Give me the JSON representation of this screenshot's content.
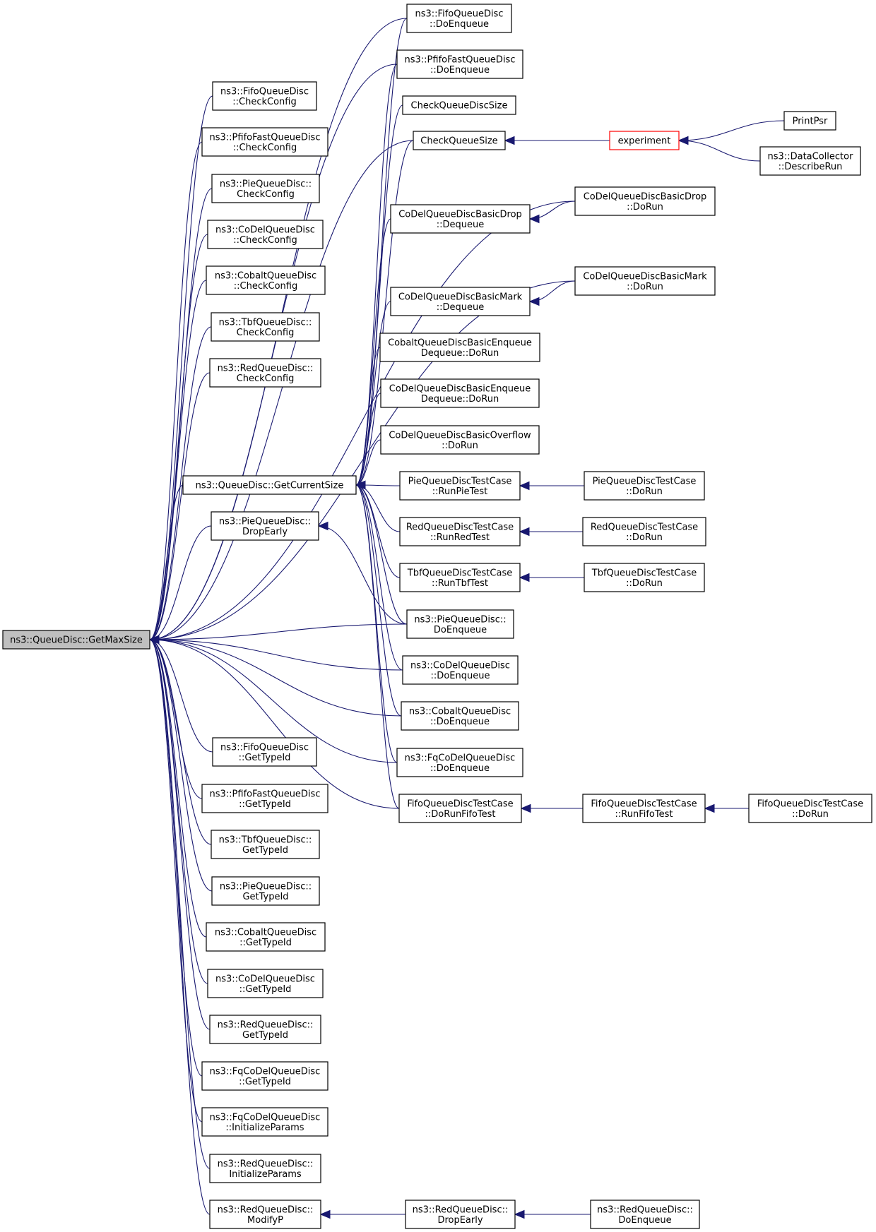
{
  "title": "",
  "colors": {
    "edge": "#191970",
    "root_fill": "#bfbfbf",
    "highlight_border": "#ff0000"
  },
  "nodes": [
    {
      "id": "getmaxsize",
      "lines": [
        "ns3::QueueDisc::GetMaxSize"
      ],
      "style": "root"
    },
    {
      "id": "getcurrentsize",
      "lines": [
        "ns3::QueueDisc::GetCurrentSize"
      ]
    },
    {
      "id": "fifo_cc",
      "lines": [
        "ns3::FifoQueueDisc",
        "::CheckConfig"
      ]
    },
    {
      "id": "pfifo_cc",
      "lines": [
        "ns3::PfifoFastQueueDisc",
        "::CheckConfig"
      ]
    },
    {
      "id": "pie_cc",
      "lines": [
        "ns3::PieQueueDisc::",
        "CheckConfig"
      ]
    },
    {
      "id": "codel_cc",
      "lines": [
        "ns3::CoDelQueueDisc",
        "::CheckConfig"
      ]
    },
    {
      "id": "cobalt_cc",
      "lines": [
        "ns3::CobaltQueueDisc",
        "::CheckConfig"
      ]
    },
    {
      "id": "tbf_cc",
      "lines": [
        "ns3::TbfQueueDisc::",
        "CheckConfig"
      ]
    },
    {
      "id": "red_cc",
      "lines": [
        "ns3::RedQueueDisc::",
        "CheckConfig"
      ]
    },
    {
      "id": "pie_dropearly",
      "lines": [
        "ns3::PieQueueDisc::",
        "DropEarly"
      ]
    },
    {
      "id": "fifo_gt",
      "lines": [
        "ns3::FifoQueueDisc",
        "::GetTypeId"
      ]
    },
    {
      "id": "pfifo_gt",
      "lines": [
        "ns3::PfifoFastQueueDisc",
        "::GetTypeId"
      ]
    },
    {
      "id": "tbf_gt",
      "lines": [
        "ns3::TbfQueueDisc::",
        "GetTypeId"
      ]
    },
    {
      "id": "pie_gt",
      "lines": [
        "ns3::PieQueueDisc::",
        "GetTypeId"
      ]
    },
    {
      "id": "cobalt_gt",
      "lines": [
        "ns3::CobaltQueueDisc",
        "::GetTypeId"
      ]
    },
    {
      "id": "codel_gt",
      "lines": [
        "ns3::CoDelQueueDisc",
        "::GetTypeId"
      ]
    },
    {
      "id": "red_gt",
      "lines": [
        "ns3::RedQueueDisc::",
        "GetTypeId"
      ]
    },
    {
      "id": "fqcodel_gt",
      "lines": [
        "ns3::FqCoDelQueueDisc",
        "::GetTypeId"
      ]
    },
    {
      "id": "fqcodel_ip",
      "lines": [
        "ns3::FqCoDelQueueDisc",
        "::InitializeParams"
      ]
    },
    {
      "id": "red_ip",
      "lines": [
        "ns3::RedQueueDisc::",
        "InitializeParams"
      ]
    },
    {
      "id": "red_modifyp",
      "lines": [
        "ns3::RedQueueDisc::",
        "ModifyP"
      ]
    },
    {
      "id": "fifo_de",
      "lines": [
        "ns3::FifoQueueDisc",
        "::DoEnqueue"
      ]
    },
    {
      "id": "pfifo_de",
      "lines": [
        "ns3::PfifoFastQueueDisc",
        "::DoEnqueue"
      ]
    },
    {
      "id": "checkqdsize",
      "lines": [
        "CheckQueueDiscSize"
      ]
    },
    {
      "id": "checkqsize",
      "lines": [
        "CheckQueueSize"
      ]
    },
    {
      "id": "codeldrop_deq",
      "lines": [
        "CoDelQueueDiscBasicDrop",
        "::Dequeue"
      ]
    },
    {
      "id": "codelmark_deq",
      "lines": [
        "CoDelQueueDiscBasicMark",
        "::Dequeue"
      ]
    },
    {
      "id": "cobalt_enqdeq",
      "lines": [
        "CobaltQueueDiscBasicEnqueue",
        "Dequeue::DoRun"
      ]
    },
    {
      "id": "codel_enqdeq",
      "lines": [
        "CoDelQueueDiscBasicEnqueue",
        "Dequeue::DoRun"
      ]
    },
    {
      "id": "codel_overflow",
      "lines": [
        "CoDelQueueDiscBasicOverflow",
        "::DoRun"
      ]
    },
    {
      "id": "pie_runtest",
      "lines": [
        "PieQueueDiscTestCase",
        "::RunPieTest"
      ]
    },
    {
      "id": "red_runtest",
      "lines": [
        "RedQueueDiscTestCase",
        "::RunRedTest"
      ]
    },
    {
      "id": "tbf_runtest",
      "lines": [
        "TbfQueueDiscTestCase",
        "::RunTbfTest"
      ]
    },
    {
      "id": "pie_de",
      "lines": [
        "ns3::PieQueueDisc::",
        "DoEnqueue"
      ]
    },
    {
      "id": "codel_de",
      "lines": [
        "ns3::CoDelQueueDisc",
        "::DoEnqueue"
      ]
    },
    {
      "id": "cobalt_de",
      "lines": [
        "ns3::CobaltQueueDisc",
        "::DoEnqueue"
      ]
    },
    {
      "id": "fqcodel_de",
      "lines": [
        "ns3::FqCoDelQueueDisc",
        "::DoEnqueue"
      ]
    },
    {
      "id": "fifo_tc_dorunfifo",
      "lines": [
        "FifoQueueDiscTestCase",
        "::DoRunFifoTest"
      ]
    },
    {
      "id": "red_dropearly",
      "lines": [
        "ns3::RedQueueDisc::",
        "DropEarly"
      ]
    },
    {
      "id": "experiment",
      "lines": [
        "experiment"
      ],
      "style": "highlight"
    },
    {
      "id": "codeldrop_dorun",
      "lines": [
        "CoDelQueueDiscBasicDrop",
        "::DoRun"
      ]
    },
    {
      "id": "codelmark_dorun",
      "lines": [
        "CoDelQueueDiscBasicMark",
        "::DoRun"
      ]
    },
    {
      "id": "pie_tc_dorun",
      "lines": [
        "PieQueueDiscTestCase",
        "::DoRun"
      ]
    },
    {
      "id": "red_tc_dorun",
      "lines": [
        "RedQueueDiscTestCase",
        "::DoRun"
      ]
    },
    {
      "id": "tbf_tc_dorun",
      "lines": [
        "TbfQueueDiscTestCase",
        "::DoRun"
      ]
    },
    {
      "id": "fifo_tc_runfifo",
      "lines": [
        "FifoQueueDiscTestCase",
        "::RunFifoTest"
      ]
    },
    {
      "id": "red_de",
      "lines": [
        "ns3::RedQueueDisc::",
        "DoEnqueue"
      ]
    },
    {
      "id": "printpsr",
      "lines": [
        "PrintPsr"
      ]
    },
    {
      "id": "datacollector",
      "lines": [
        "ns3::DataCollector",
        "::DescribeRun"
      ]
    },
    {
      "id": "fifo_tc_dorun",
      "lines": [
        "FifoQueueDiscTestCase",
        "::DoRun"
      ]
    }
  ],
  "edges": [
    [
      "fifo_cc",
      "getmaxsize"
    ],
    [
      "pfifo_cc",
      "getmaxsize"
    ],
    [
      "pie_cc",
      "getmaxsize"
    ],
    [
      "codel_cc",
      "getmaxsize"
    ],
    [
      "cobalt_cc",
      "getmaxsize"
    ],
    [
      "tbf_cc",
      "getmaxsize"
    ],
    [
      "red_cc",
      "getmaxsize"
    ],
    [
      "getcurrentsize",
      "getmaxsize"
    ],
    [
      "pie_dropearly",
      "getmaxsize"
    ],
    [
      "fifo_gt",
      "getmaxsize"
    ],
    [
      "pfifo_gt",
      "getmaxsize"
    ],
    [
      "tbf_gt",
      "getmaxsize"
    ],
    [
      "pie_gt",
      "getmaxsize"
    ],
    [
      "cobalt_gt",
      "getmaxsize"
    ],
    [
      "codel_gt",
      "getmaxsize"
    ],
    [
      "red_gt",
      "getmaxsize"
    ],
    [
      "fqcodel_gt",
      "getmaxsize"
    ],
    [
      "fqcodel_ip",
      "getmaxsize"
    ],
    [
      "red_ip",
      "getmaxsize"
    ],
    [
      "red_modifyp",
      "getmaxsize"
    ],
    [
      "fifo_de",
      "getmaxsize"
    ],
    [
      "pfifo_de",
      "getmaxsize"
    ],
    [
      "checkqsize",
      "getmaxsize"
    ],
    [
      "codeldrop_dorun",
      "getmaxsize"
    ],
    [
      "codelmark_dorun",
      "getmaxsize"
    ],
    [
      "pie_de",
      "getmaxsize"
    ],
    [
      "codel_de",
      "getmaxsize"
    ],
    [
      "cobalt_de",
      "getmaxsize"
    ],
    [
      "fqcodel_de",
      "getmaxsize"
    ],
    [
      "fifo_tc_dorunfifo",
      "getmaxsize"
    ],
    [
      "fifo_de",
      "getcurrentsize"
    ],
    [
      "pfifo_de",
      "getcurrentsize"
    ],
    [
      "checkqdsize",
      "getcurrentsize"
    ],
    [
      "checkqsize",
      "getcurrentsize"
    ],
    [
      "codeldrop_deq",
      "getcurrentsize"
    ],
    [
      "codelmark_deq",
      "getcurrentsize"
    ],
    [
      "cobalt_enqdeq",
      "getcurrentsize"
    ],
    [
      "codel_enqdeq",
      "getcurrentsize"
    ],
    [
      "codel_overflow",
      "getcurrentsize"
    ],
    [
      "pie_runtest",
      "getcurrentsize"
    ],
    [
      "red_runtest",
      "getcurrentsize"
    ],
    [
      "tbf_runtest",
      "getcurrentsize"
    ],
    [
      "pie_de",
      "getcurrentsize"
    ],
    [
      "codel_de",
      "getcurrentsize"
    ],
    [
      "cobalt_de",
      "getcurrentsize"
    ],
    [
      "fqcodel_de",
      "getcurrentsize"
    ],
    [
      "fifo_tc_dorunfifo",
      "getcurrentsize"
    ],
    [
      "pie_de",
      "pie_dropearly"
    ],
    [
      "red_dropearly",
      "red_modifyp"
    ],
    [
      "red_de",
      "red_dropearly"
    ],
    [
      "experiment",
      "checkqsize"
    ],
    [
      "printpsr",
      "experiment"
    ],
    [
      "datacollector",
      "experiment"
    ],
    [
      "codeldrop_dorun",
      "codeldrop_deq"
    ],
    [
      "codelmark_dorun",
      "codelmark_deq"
    ],
    [
      "pie_tc_dorun",
      "pie_runtest"
    ],
    [
      "red_tc_dorun",
      "red_runtest"
    ],
    [
      "tbf_tc_dorun",
      "tbf_runtest"
    ],
    [
      "fifo_tc_runfifo",
      "fifo_tc_dorunfifo"
    ],
    [
      "fifo_tc_dorun",
      "fifo_tc_runfifo"
    ]
  ]
}
